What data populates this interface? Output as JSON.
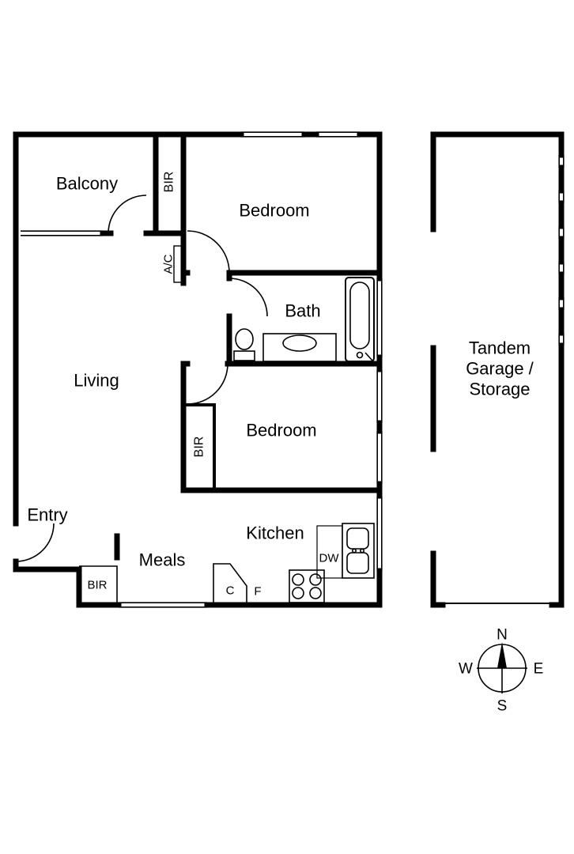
{
  "page": {
    "background": "#ffffff",
    "line_color": "#000000"
  },
  "rooms": {
    "balcony": "Balcony",
    "bedroom_top": "Bedroom",
    "bath": "Bath",
    "living": "Living",
    "bedroom_middle": "Bedroom",
    "entry": "Entry",
    "meals": "Meals",
    "kitchen": "Kitchen"
  },
  "garage": {
    "line1": "Tandem",
    "line2": "Garage /",
    "line3": "Storage"
  },
  "fixtures": {
    "bir_top": "BIR",
    "ac": "A/C",
    "bir_bedroom": "BIR",
    "bir_entry": "BIR",
    "dishwasher": "DW",
    "cupboard": "C",
    "fridge": "F"
  },
  "compass": {
    "north": "N",
    "east": "E",
    "south": "S",
    "west": "W"
  }
}
